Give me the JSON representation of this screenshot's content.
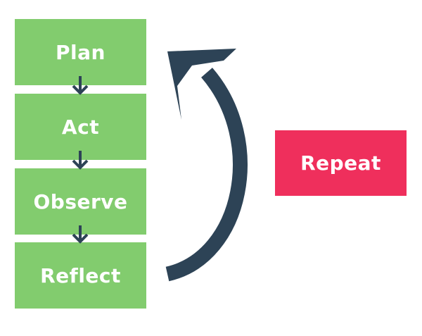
{
  "steps": [
    {
      "label": "Plan"
    },
    {
      "label": "Act"
    },
    {
      "label": "Observe"
    },
    {
      "label": "Reflect"
    }
  ],
  "repeat": {
    "label": "Repeat"
  },
  "colors": {
    "step": "#82cc6e",
    "repeat": "#ef2f5c",
    "arrow": "#2d4356",
    "background": "#ffffff"
  }
}
